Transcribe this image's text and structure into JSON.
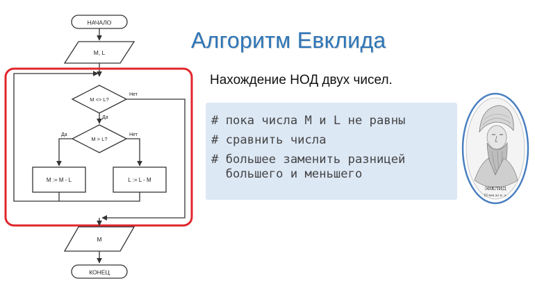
{
  "slide": {
    "title": "Алгоритм Евклида",
    "subtitle": "Нахождение НОД двух чисел."
  },
  "comments": [
    "# пока числа M и L не равны",
    "# сравнить числа",
    "# большее заменить разницей",
    "  большего и меньшего"
  ],
  "flowchart": {
    "start": "НАЧАЛО",
    "input": "M, L",
    "cond_loop": "M <> L?",
    "cond_loop_yes": "Да",
    "cond_loop_no": "Нет",
    "cond_compare": "M > L?",
    "cond_compare_yes": "Да",
    "cond_compare_no": "Нет",
    "assign_m": "M := M - L",
    "assign_l": "L := L - M",
    "output": "M",
    "end": "КОНЕЦ"
  },
  "portrait": {
    "caption_name": "ЭВКЛИД",
    "caption_era": "III век до н. э."
  },
  "colors": {
    "title_blue": "#2e75b6",
    "loop_highlight_red": "#e0262b",
    "comment_bg": "#dde8f5",
    "portrait_ring": "#4a7fc0"
  }
}
